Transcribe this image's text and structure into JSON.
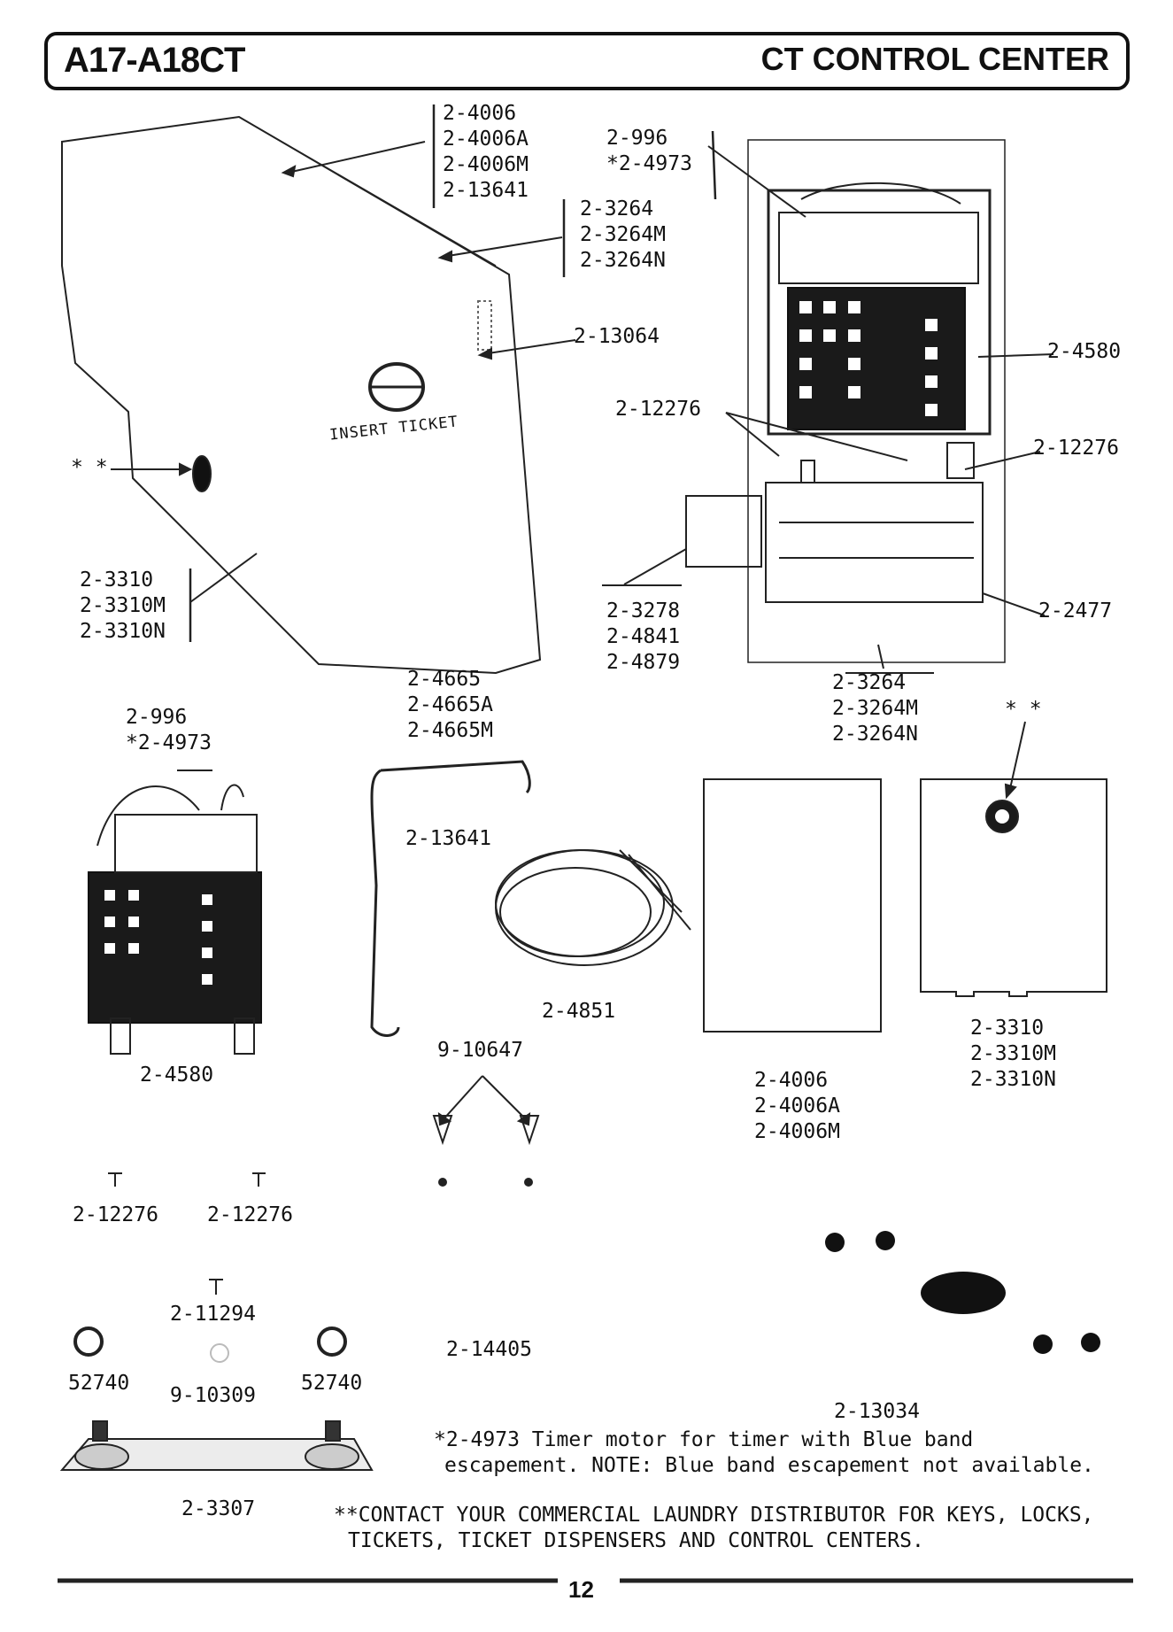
{
  "header": {
    "model": "A17-A18CT",
    "title": "CT CONTROL CENTER"
  },
  "labels": {
    "top_4006": [
      "2-4006",
      "2-4006A",
      "2-4006M",
      "2-13641"
    ],
    "top_996": [
      "2-996",
      "*2-4973"
    ],
    "top_3264": [
      "2-3264",
      "2-3264M",
      "2-3264N"
    ],
    "p13064": "2-13064",
    "p4580_right": "2-4580",
    "p12276_a": "2-12276",
    "p12276_b": "2-12276",
    "stars_left": "* *",
    "insert_ticket": "INSERT TICKET",
    "left_3310": [
      "2-3310",
      "2-3310M",
      "2-3310N"
    ],
    "p3278": [
      "2-3278",
      "2-4841",
      "2-4879"
    ],
    "p2477": "2-2477",
    "p4665": [
      "2-4665",
      "2-4665A",
      "2-4665M"
    ],
    "bottom_3264": [
      "2-3264",
      "2-3264M",
      "2-3264N"
    ],
    "stars_right": "* *",
    "p996_left": [
      "2-996",
      "*2-4973"
    ],
    "p13641": "2-13641",
    "p4851": "2-4851",
    "p10647": "9-10647",
    "p4580_left": "2-4580",
    "panel_4006": [
      "2-4006",
      "2-4006A",
      "2-4006M"
    ],
    "panel_3310": [
      "2-3310",
      "2-3310M",
      "2-3310N"
    ],
    "screw1": "2-12276",
    "screw2": "2-12276",
    "p11294": "2-11294",
    "nut_left": "52740",
    "washer": "9-10309",
    "nut_right": "52740",
    "p14405": "2-14405",
    "p13034": "2-13034",
    "p3307": "2-3307"
  },
  "notes": {
    "timer_line1": "*2-4973 Timer motor for timer with Blue band",
    "timer_line2": "escapement. NOTE: Blue band escapement not available.",
    "contact_line1": "**CONTACT YOUR COMMERCIAL LAUNDRY DISTRIBUTOR FOR KEYS, LOCKS,",
    "contact_line2": "TICKETS, TICKET DISPENSERS AND CONTROL CENTERS."
  },
  "page_number": "12"
}
